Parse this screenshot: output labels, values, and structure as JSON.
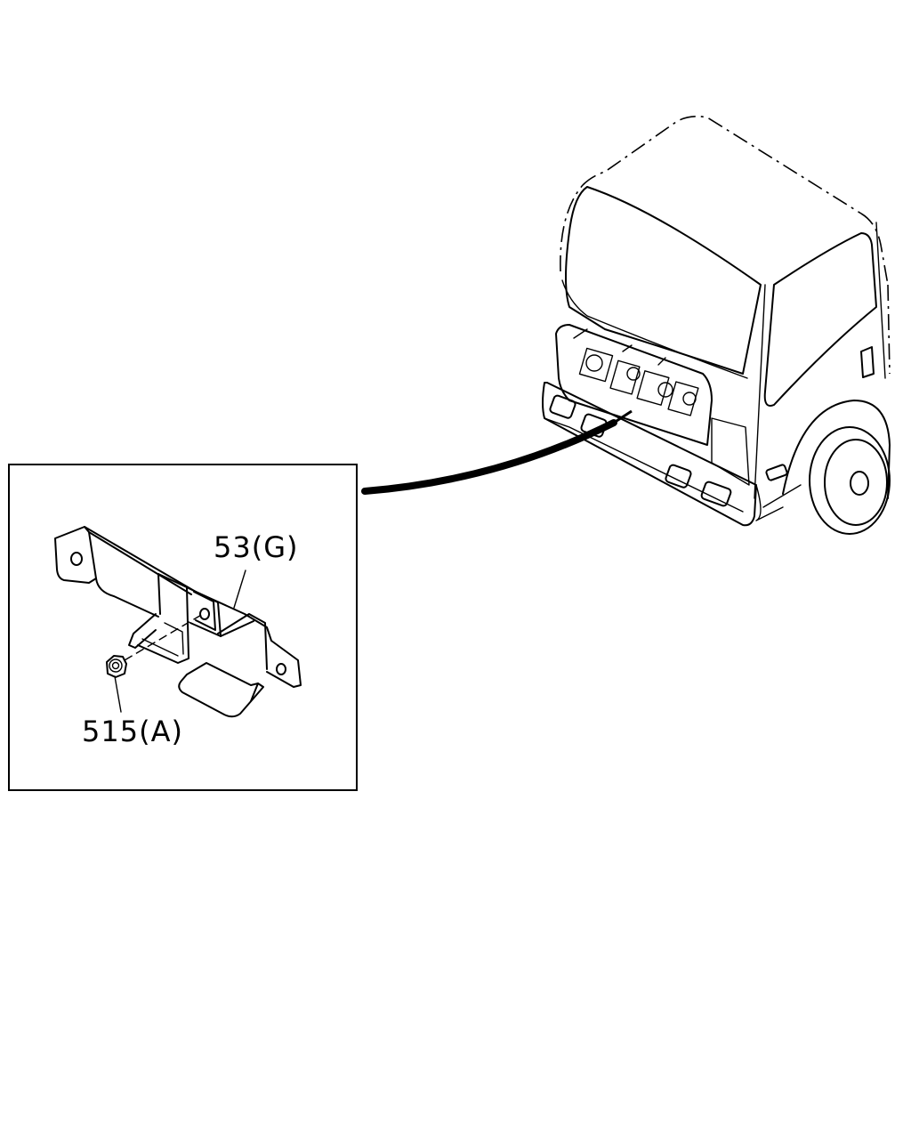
{
  "diagram": {
    "parts": [
      {
        "id": "bracket",
        "label": "53(G)"
      },
      {
        "id": "nut",
        "label": "515(A)"
      }
    ]
  },
  "colors": {
    "line": "#000000",
    "background": "#ffffff"
  }
}
